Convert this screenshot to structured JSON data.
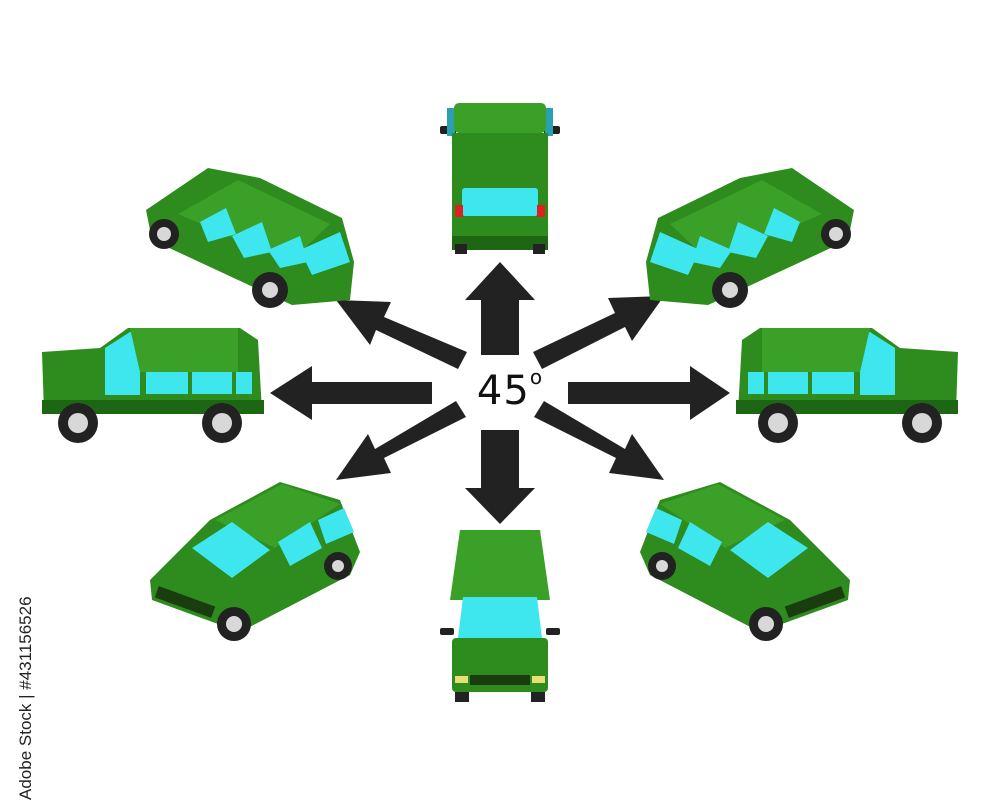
{
  "center_label": {
    "value": "45",
    "unit_symbol": "o"
  },
  "stock_id": "Adobe Stock | #431156526",
  "colors": {
    "body": "#2e8b1e",
    "body_dark": "#1d6614",
    "roof": "#3aa028",
    "glass": "#3ee6ee",
    "tire": "#222222",
    "rim": "#d8d8d8",
    "arrow": "#222222",
    "tail_light": "#e02020",
    "head_light": "#e8e070"
  },
  "views": [
    {
      "name": "rear",
      "icon": "car-rear-icon"
    },
    {
      "name": "rear-right",
      "icon": "car-rear-right-icon"
    },
    {
      "name": "right",
      "icon": "car-right-side-icon"
    },
    {
      "name": "front-right",
      "icon": "car-front-right-icon"
    },
    {
      "name": "front",
      "icon": "car-front-icon"
    },
    {
      "name": "front-left",
      "icon": "car-front-left-icon"
    },
    {
      "name": "left",
      "icon": "car-left-side-icon"
    },
    {
      "name": "rear-left",
      "icon": "car-rear-left-icon"
    }
  ]
}
